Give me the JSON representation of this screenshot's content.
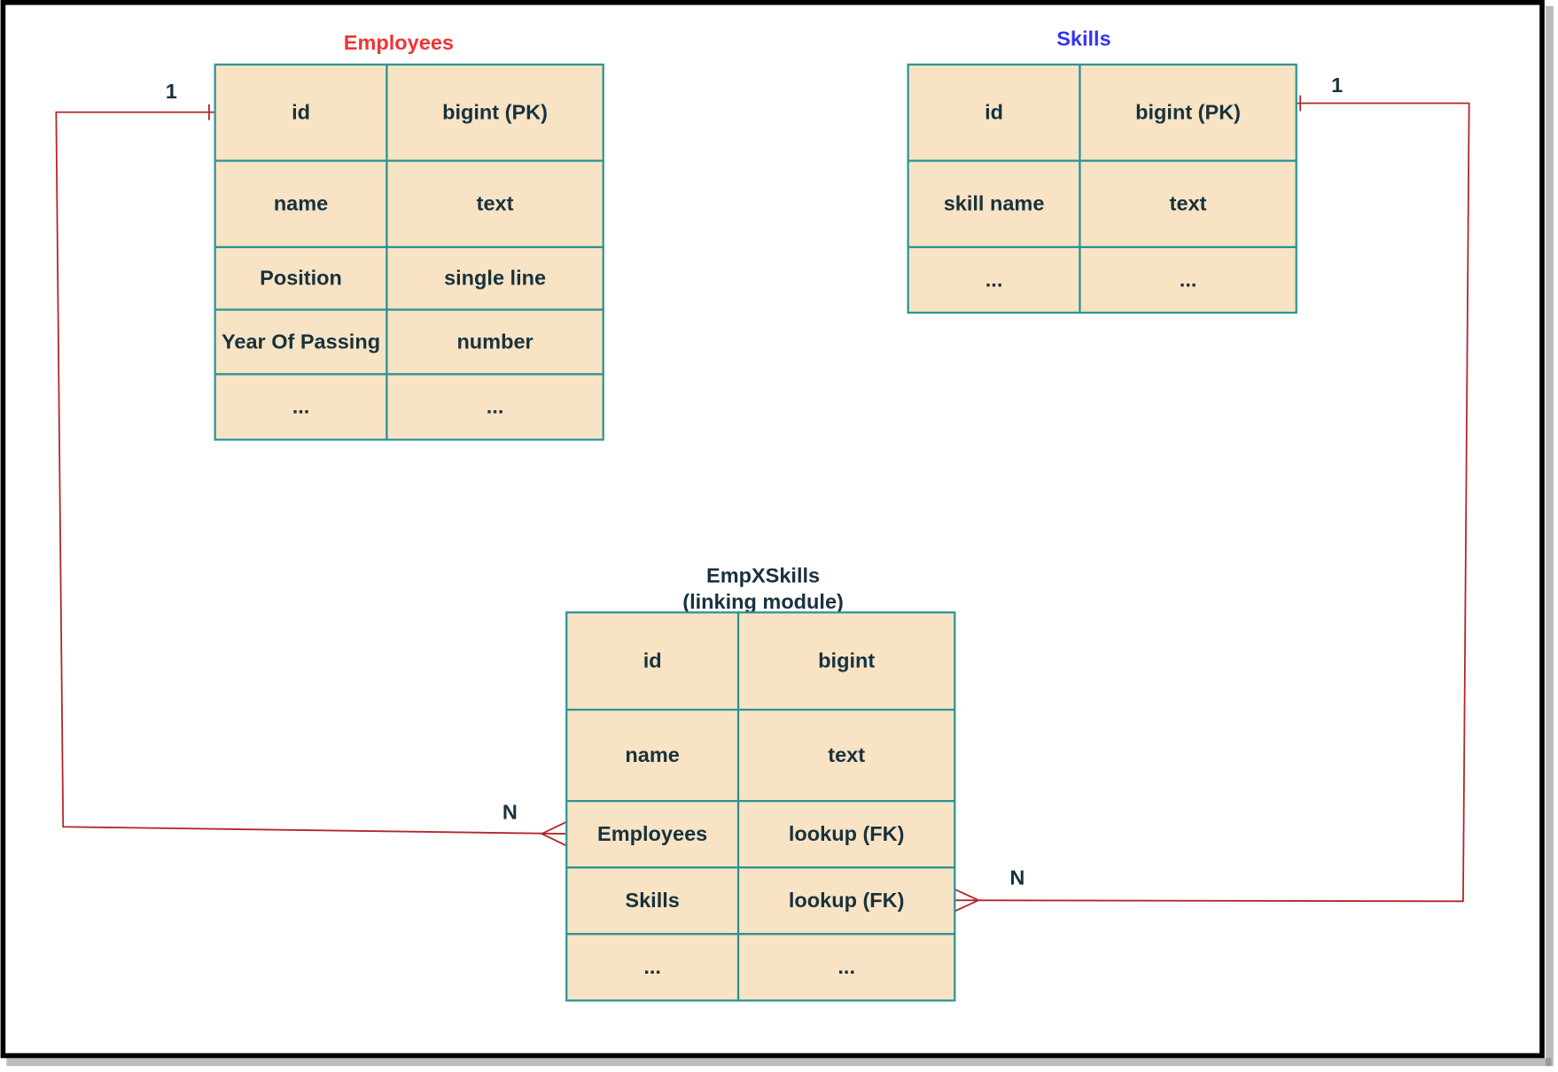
{
  "colors": {
    "employees": "#f03434",
    "skills": "#3434f5",
    "text": "#17323d",
    "cell_fill": "#f9e3c5",
    "cell_border": "#2a9494",
    "relation": "#b3262a"
  },
  "employees": {
    "title": "Employees",
    "rows": [
      [
        "id",
        "bigint (PK)"
      ],
      [
        "name",
        "text"
      ],
      [
        "Position",
        "single line"
      ],
      [
        "Year Of Passing",
        "number"
      ],
      [
        "...",
        "..."
      ]
    ]
  },
  "skills": {
    "title": "Skills",
    "rows": [
      [
        "id",
        "bigint (PK)"
      ],
      [
        "skill name",
        "text"
      ],
      [
        "...",
        "..."
      ]
    ]
  },
  "empxskills": {
    "title_line1": "EmpXSkills",
    "title_line2": "(linking module)",
    "rows": [
      [
        "id",
        "bigint"
      ],
      [
        "name",
        "text"
      ],
      [
        "Employees",
        "lookup (FK)"
      ],
      [
        "Skills",
        "lookup (FK)"
      ],
      [
        "...",
        "..."
      ]
    ]
  },
  "relations": {
    "employees_one": "1",
    "employees_many": "N",
    "skills_one": "1",
    "skills_many": "N"
  }
}
